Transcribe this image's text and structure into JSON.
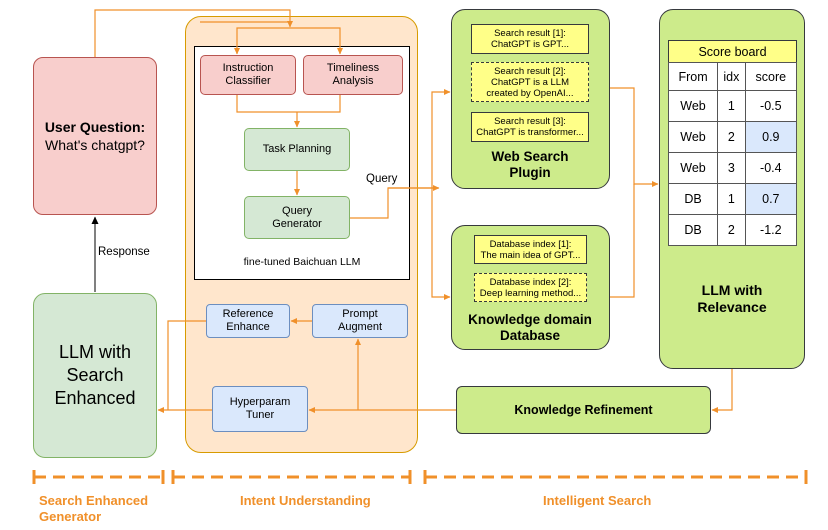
{
  "user_question": {
    "title": "User Question:",
    "text": "What's chatgpt?"
  },
  "response_label": "Response",
  "llm_search": {
    "label": "LLM with Search Enhanced"
  },
  "intent": {
    "instruction_classifier": "Instruction Classifier",
    "timeliness_analysis": "Timeliness Analysis",
    "task_planning": "Task Planning",
    "query_generator": "Query Generator",
    "finetuned_label": "fine-tuned Baichuan LLM",
    "reference_enhance": "Reference Enhance",
    "prompt_augment": "Prompt Augment",
    "hyperparam_tuner": "Hyperparam Tuner"
  },
  "query_label": "Query",
  "web_search": {
    "results": [
      {
        "title": "Search result [1]:",
        "text": "ChatGPT is GPT..."
      },
      {
        "title": "Search result [2]:",
        "text": "ChatGPT is a LLM created by OpenAI..."
      },
      {
        "title": "Search result [3]:",
        "text": "ChatGPT is transformer..."
      }
    ],
    "label": "Web Search Plugin"
  },
  "knowledge_db": {
    "results": [
      {
        "title": "Database index [1]:",
        "text": "The main idea of GPT..."
      },
      {
        "title": "Database index [2]:",
        "text": "Deep learning method..."
      }
    ],
    "label": "Knowledge domain Database"
  },
  "relevance": {
    "scoreboard_title": "Score board",
    "headers": [
      "From",
      "idx",
      "score"
    ],
    "rows": [
      {
        "from": "Web",
        "idx": "1",
        "score": "-0.5",
        "highlight": false
      },
      {
        "from": "Web",
        "idx": "2",
        "score": "0.9",
        "highlight": true
      },
      {
        "from": "Web",
        "idx": "3",
        "score": "-0.4",
        "highlight": false
      },
      {
        "from": "DB",
        "idx": "1",
        "score": "0.7",
        "highlight": true
      },
      {
        "from": "DB",
        "idx": "2",
        "score": "-1.2",
        "highlight": false
      }
    ],
    "label": "LLM with Relevance"
  },
  "knowledge_refinement": "Knowledge Refinement",
  "phases": {
    "generator": "Search Enhanced Generator",
    "intent": "Intent Understanding",
    "search": "Intelligent Search"
  },
  "colors": {
    "pink_fill": "#f8cecc",
    "pink_border": "#b85450",
    "green_fill": "#d5e8d4",
    "green_border": "#82b366",
    "lime_fill": "#cdeb8b",
    "lime_border": "#36393d",
    "orange_fill": "#ffe6cc",
    "orange_border": "#d79b00",
    "blue_fill": "#dae8fc",
    "blue_border": "#6c8ebf",
    "yellow_fill": "#ffff88",
    "yellow_border": "#36393d",
    "arrow": "#f0902a"
  }
}
